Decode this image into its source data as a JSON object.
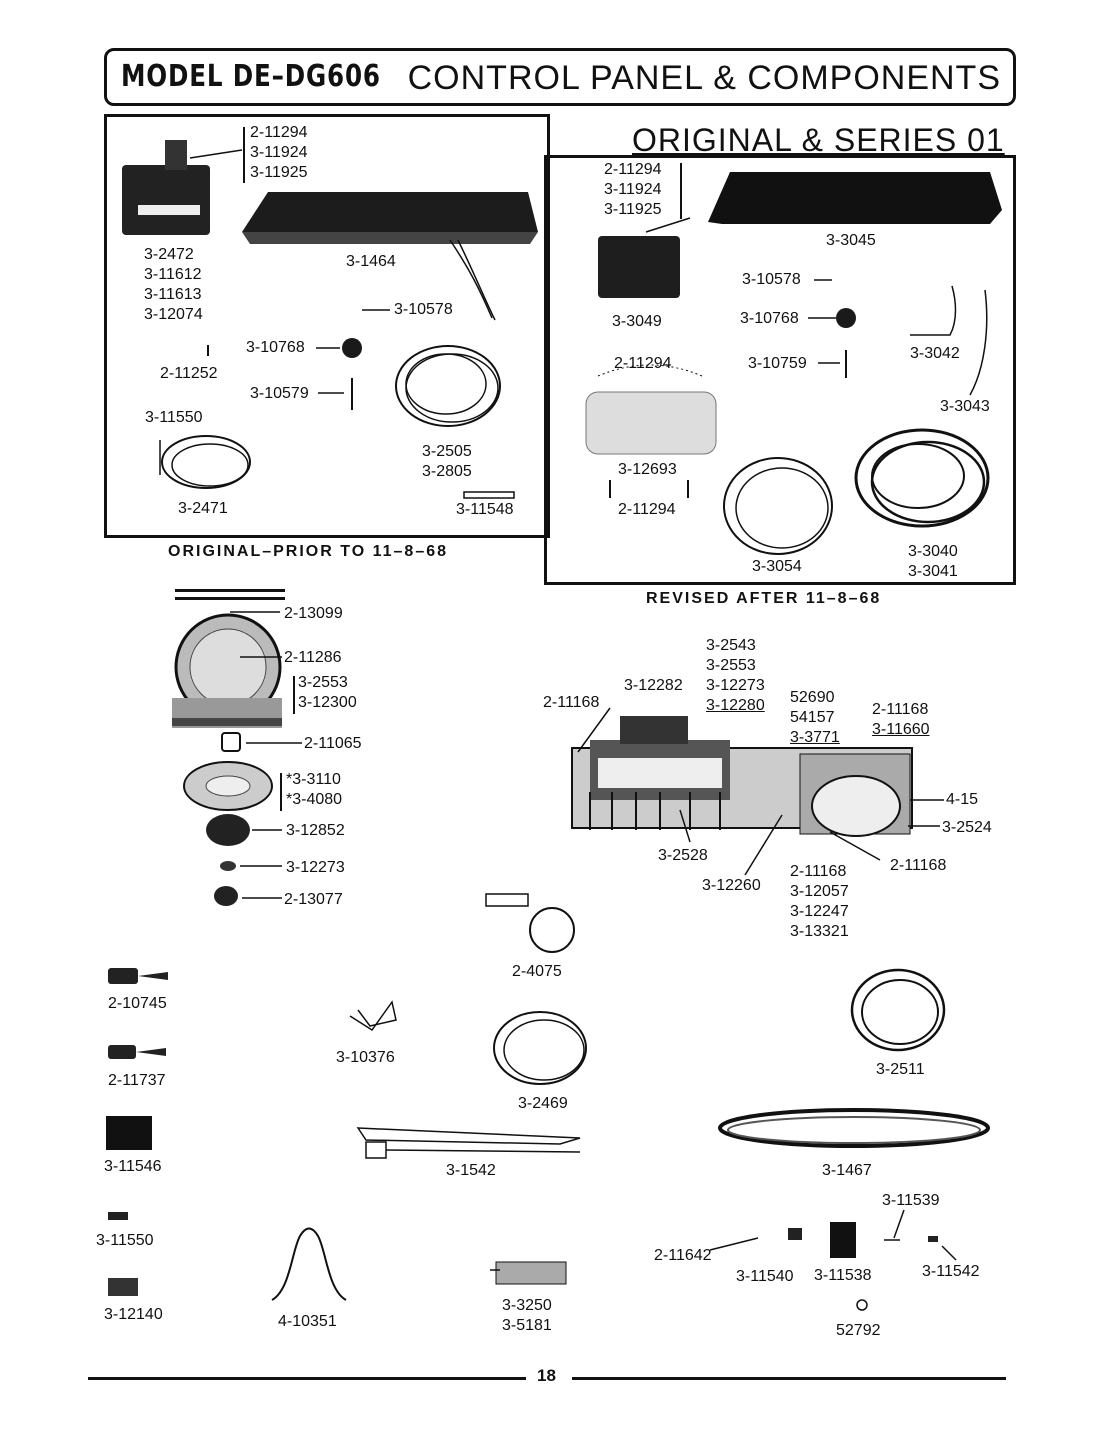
{
  "header": {
    "model": "MODEL DE–DG606",
    "title": "CONTROL PANEL & COMPONENTS",
    "series": "ORIGINAL & SERIES 01"
  },
  "captions": {
    "original": "ORIGINAL–PRIOR TO 11–8–68",
    "revised": "REVISED AFTER 11–8–68"
  },
  "original_box": {
    "panel_group": [
      "2-11294",
      "3-11924",
      "3-11925"
    ],
    "timer_group": [
      "3-2472",
      "3-11612",
      "3-11613",
      "3-12074"
    ],
    "p_1464": "3-1464",
    "p_10578": "3-10578",
    "p_10768": "3-10768",
    "p_11252": "2-11252",
    "p_10579": "3-10579",
    "p_11550": "3-11550",
    "harness_group": [
      "3-2505",
      "3-2805"
    ],
    "p_2471": "3-2471",
    "p_11548": "3-11548"
  },
  "revised_box": {
    "panel_group": [
      "2-11294",
      "3-11924",
      "3-11925"
    ],
    "p_3045": "3-3045",
    "p_10578": "3-10578",
    "p_3049": "3-3049",
    "p_10768": "3-10768",
    "p_3042": "3-3042",
    "p_11294_a": "2-11294",
    "p_10759": "3-10759",
    "p_3043": "3-3043",
    "p_12693": "3-12693",
    "p_11294_b": "2-11294",
    "p_3054": "3-3054",
    "group_3040": [
      "3-3040",
      "3-3041"
    ]
  },
  "knob_stack": {
    "p_13099": "2-13099",
    "p_11286": "2-11286",
    "group_2553": [
      "3-2553",
      "3-12300"
    ],
    "p_11065": "2-11065",
    "group_3110": [
      "*3-3110",
      "*3-4080"
    ],
    "p_12852": "3-12852",
    "p_12273": "3-12273",
    "p_13077": "2-13077"
  },
  "switch_assembly": {
    "group_top": [
      "3-2543",
      "3-2553",
      "3-12273",
      "3-12280"
    ],
    "p_12282": "3-12282",
    "p_11168_left": "2-11168",
    "group_52690": [
      "52690",
      "54157",
      "3-3771"
    ],
    "group_11660": [
      "2-11168",
      "3-11660"
    ],
    "p_4_15": "4-15",
    "p_2524": "3-2524",
    "p_11168_right": "2-11168",
    "p_2528": "3-2528",
    "p_12260": "3-12260",
    "group_bottom": [
      "2-11168",
      "3-12057",
      "3-12247",
      "3-13321"
    ]
  },
  "loose_parts": {
    "p_4075": "2-4075",
    "p_10745": "2-10745",
    "p_10376": "3-10376",
    "p_2511": "3-2511",
    "p_11737": "2-11737",
    "p_2469": "3-2469",
    "p_11546": "3-11546",
    "p_1542": "3-1542",
    "p_1467": "3-1467",
    "p_11539": "3-11539",
    "p_11642": "2-11642",
    "p_11540": "3-11540",
    "p_11538": "3-11538",
    "p_11542": "3-11542",
    "p_11550": "3-11550",
    "p_12140": "3-12140",
    "p_10351": "4-10351",
    "group_3250": [
      "3-3250",
      "3-5181"
    ],
    "p_52792": "52792"
  },
  "footer": {
    "page_number": "18"
  }
}
